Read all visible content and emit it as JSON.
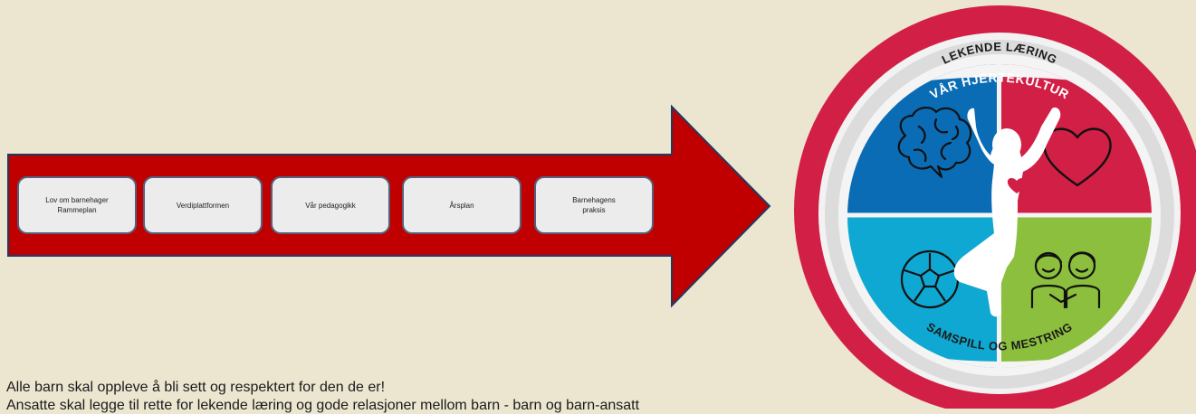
{
  "flow": {
    "steps": [
      {
        "label": "Lov om barnehager\nRammeplan"
      },
      {
        "label": "Verdiplattformen"
      },
      {
        "label": "Vår pedagogikk"
      },
      {
        "label": "Årsplan"
      },
      {
        "label": "Barnehagens\npraksis"
      }
    ],
    "arrow_color": "#c00000"
  },
  "emblem": {
    "outer_text": "VÅR HJERTEKULTUR",
    "top_text": "LEKENDE LÆRING",
    "bottom_text": "SAMSPILL OG MESTRING",
    "icons": [
      "brain-icon",
      "heart-icon",
      "football-icon",
      "friends-icon",
      "child-figure-icon"
    ],
    "colors": {
      "ring": "#d21f45",
      "inner_ring": "#e3e3e3",
      "blue": "#0b6cb6",
      "red": "#d21f45",
      "cyan": "#0fa8d2",
      "green": "#8cbf3d"
    }
  },
  "text": {
    "line1": "Alle barn skal oppleve å bli sett og respektert for den de er!",
    "line2": "Ansatte skal legge til rette for lekende læring og gode relasjoner mellom barn - barn og barn-ansatt"
  }
}
